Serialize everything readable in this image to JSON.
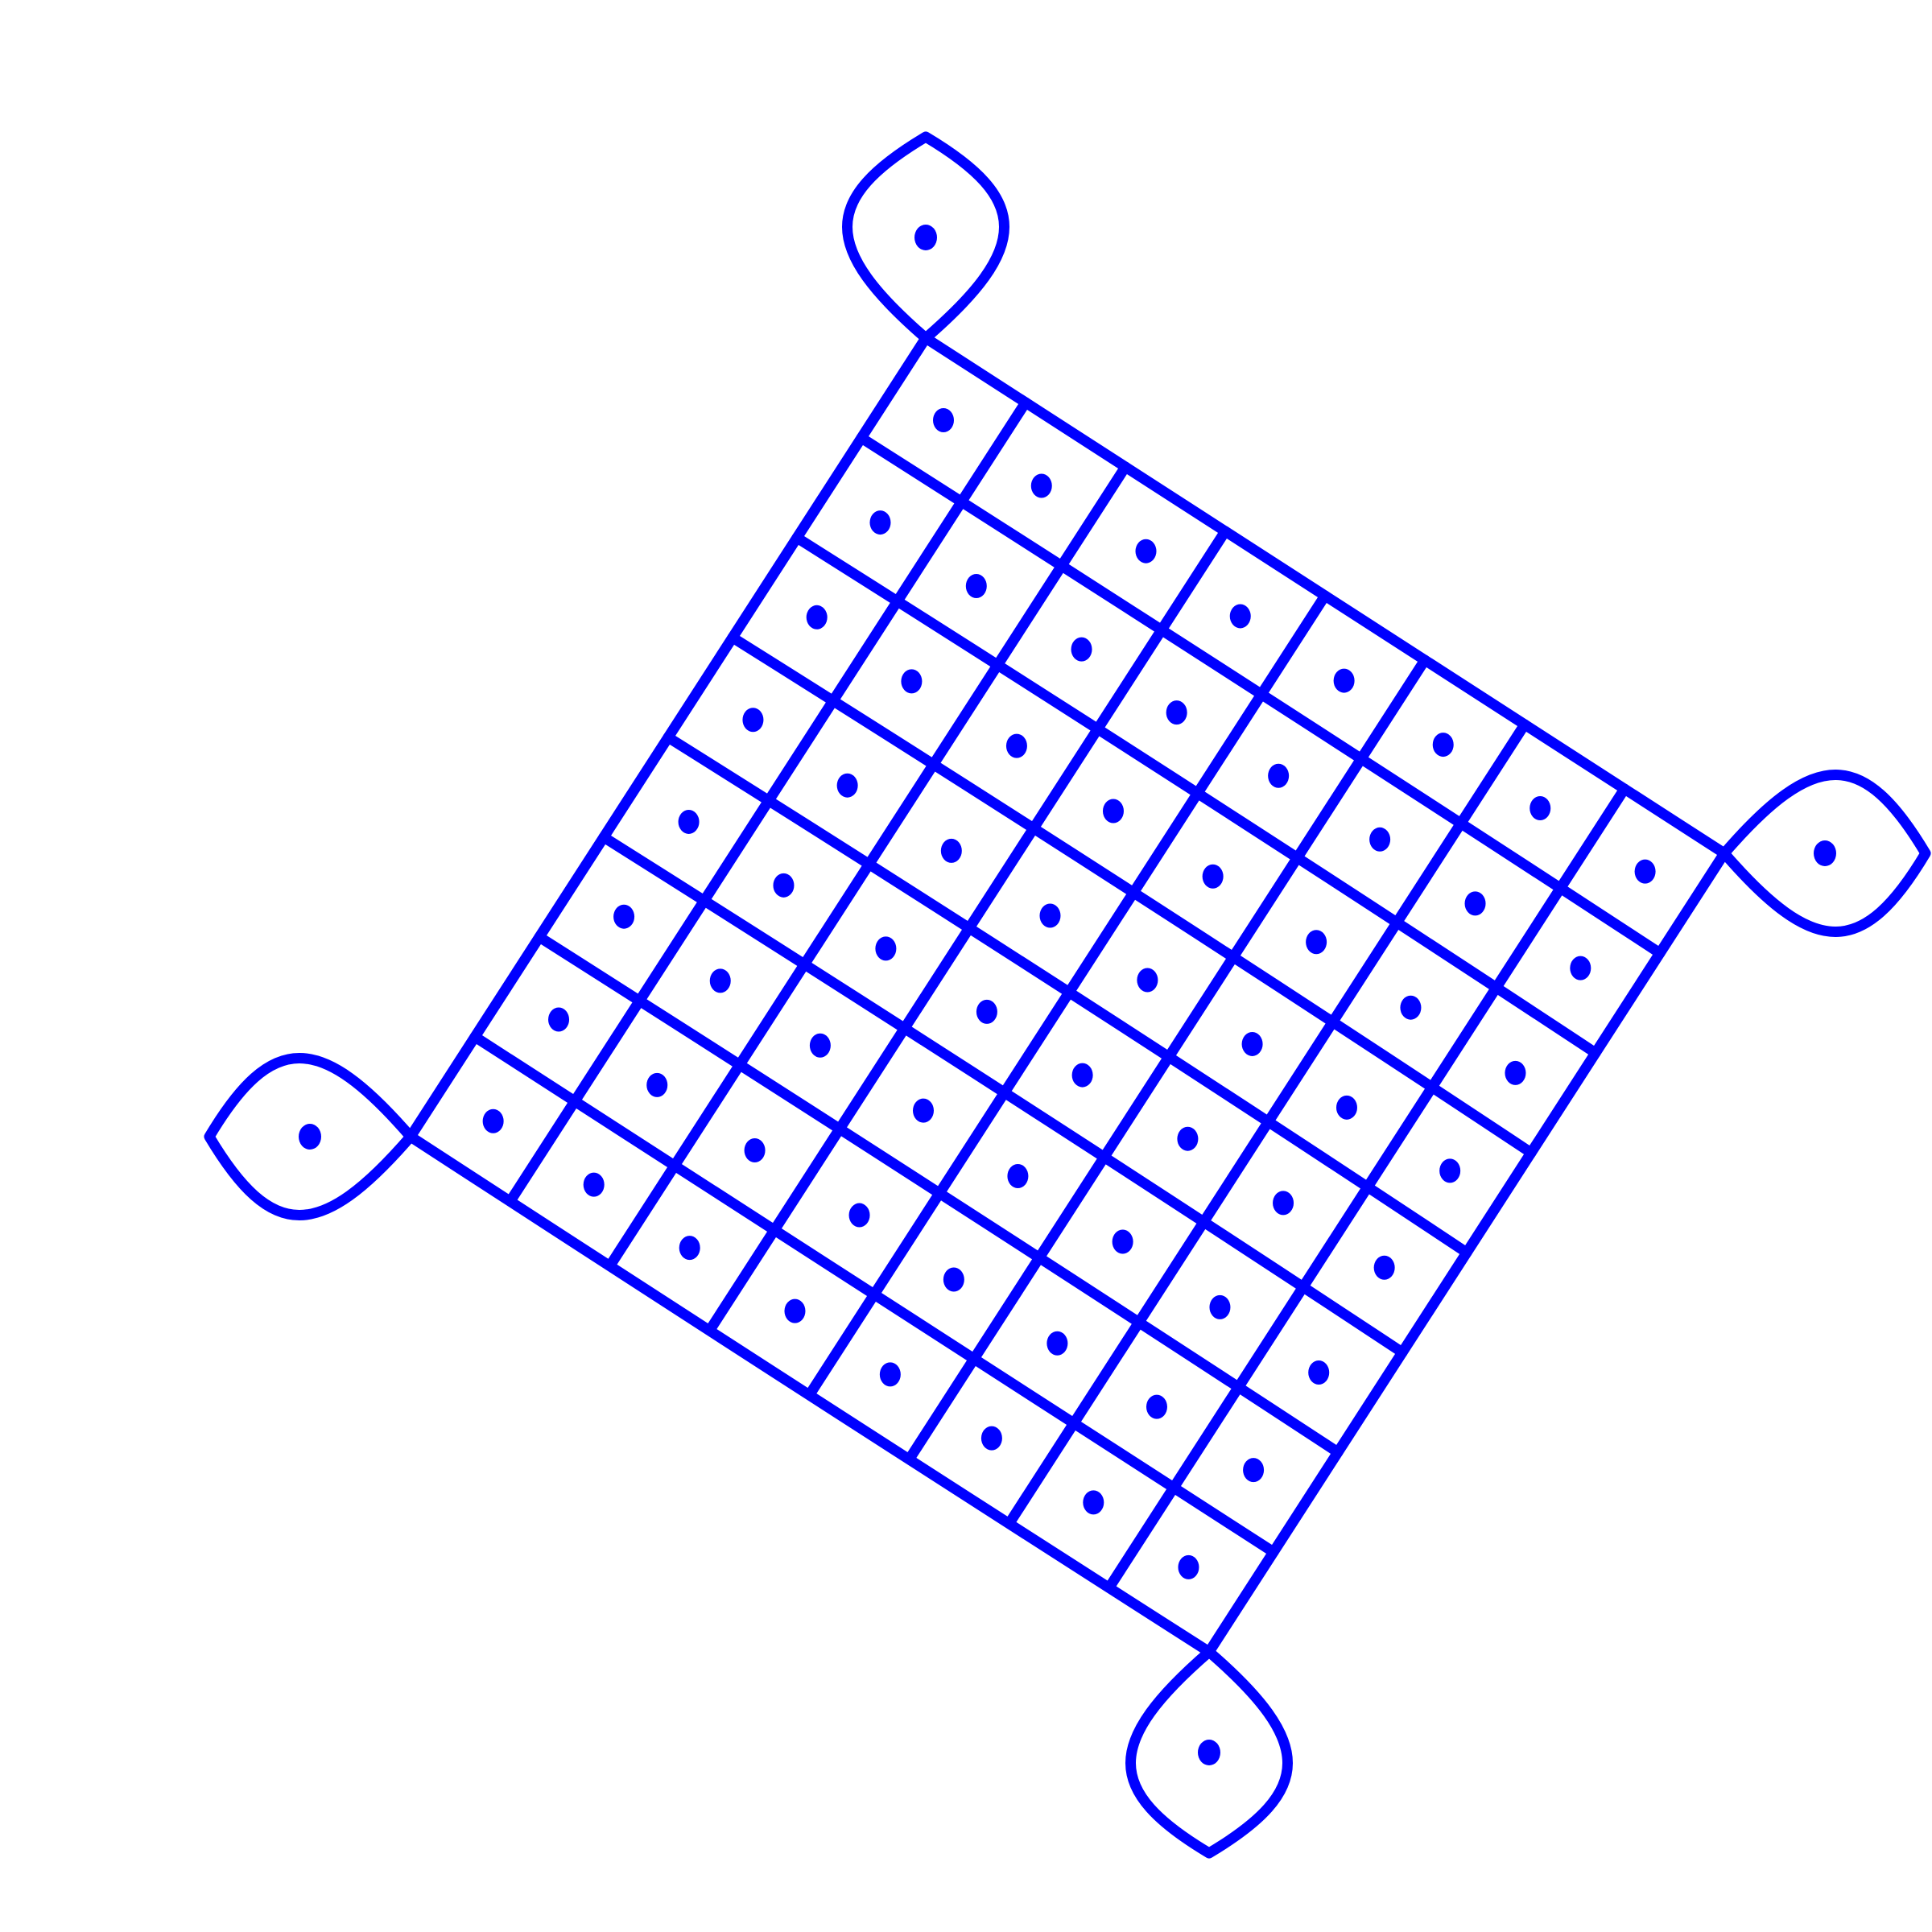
{
  "artwork": {
    "subject": "kolam",
    "stroke_color": "#0000FF",
    "background_color": "#FFFFFF",
    "dot_color": "#0000FF",
    "grid_rows": 8,
    "grid_cols": 8
  }
}
